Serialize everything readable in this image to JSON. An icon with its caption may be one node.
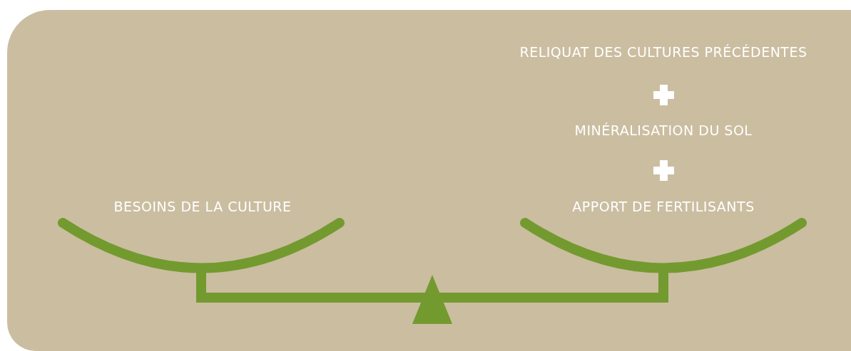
{
  "diagram": {
    "labels": [
      "RELIQUAT DES CULTURES PRÉCÉDENTES",
      "MINÉRALISATION DU SOL",
      "BESOINS DE LA CULTURE",
      "APPORT DE FERTILISANTS"
    ]
  }
}
